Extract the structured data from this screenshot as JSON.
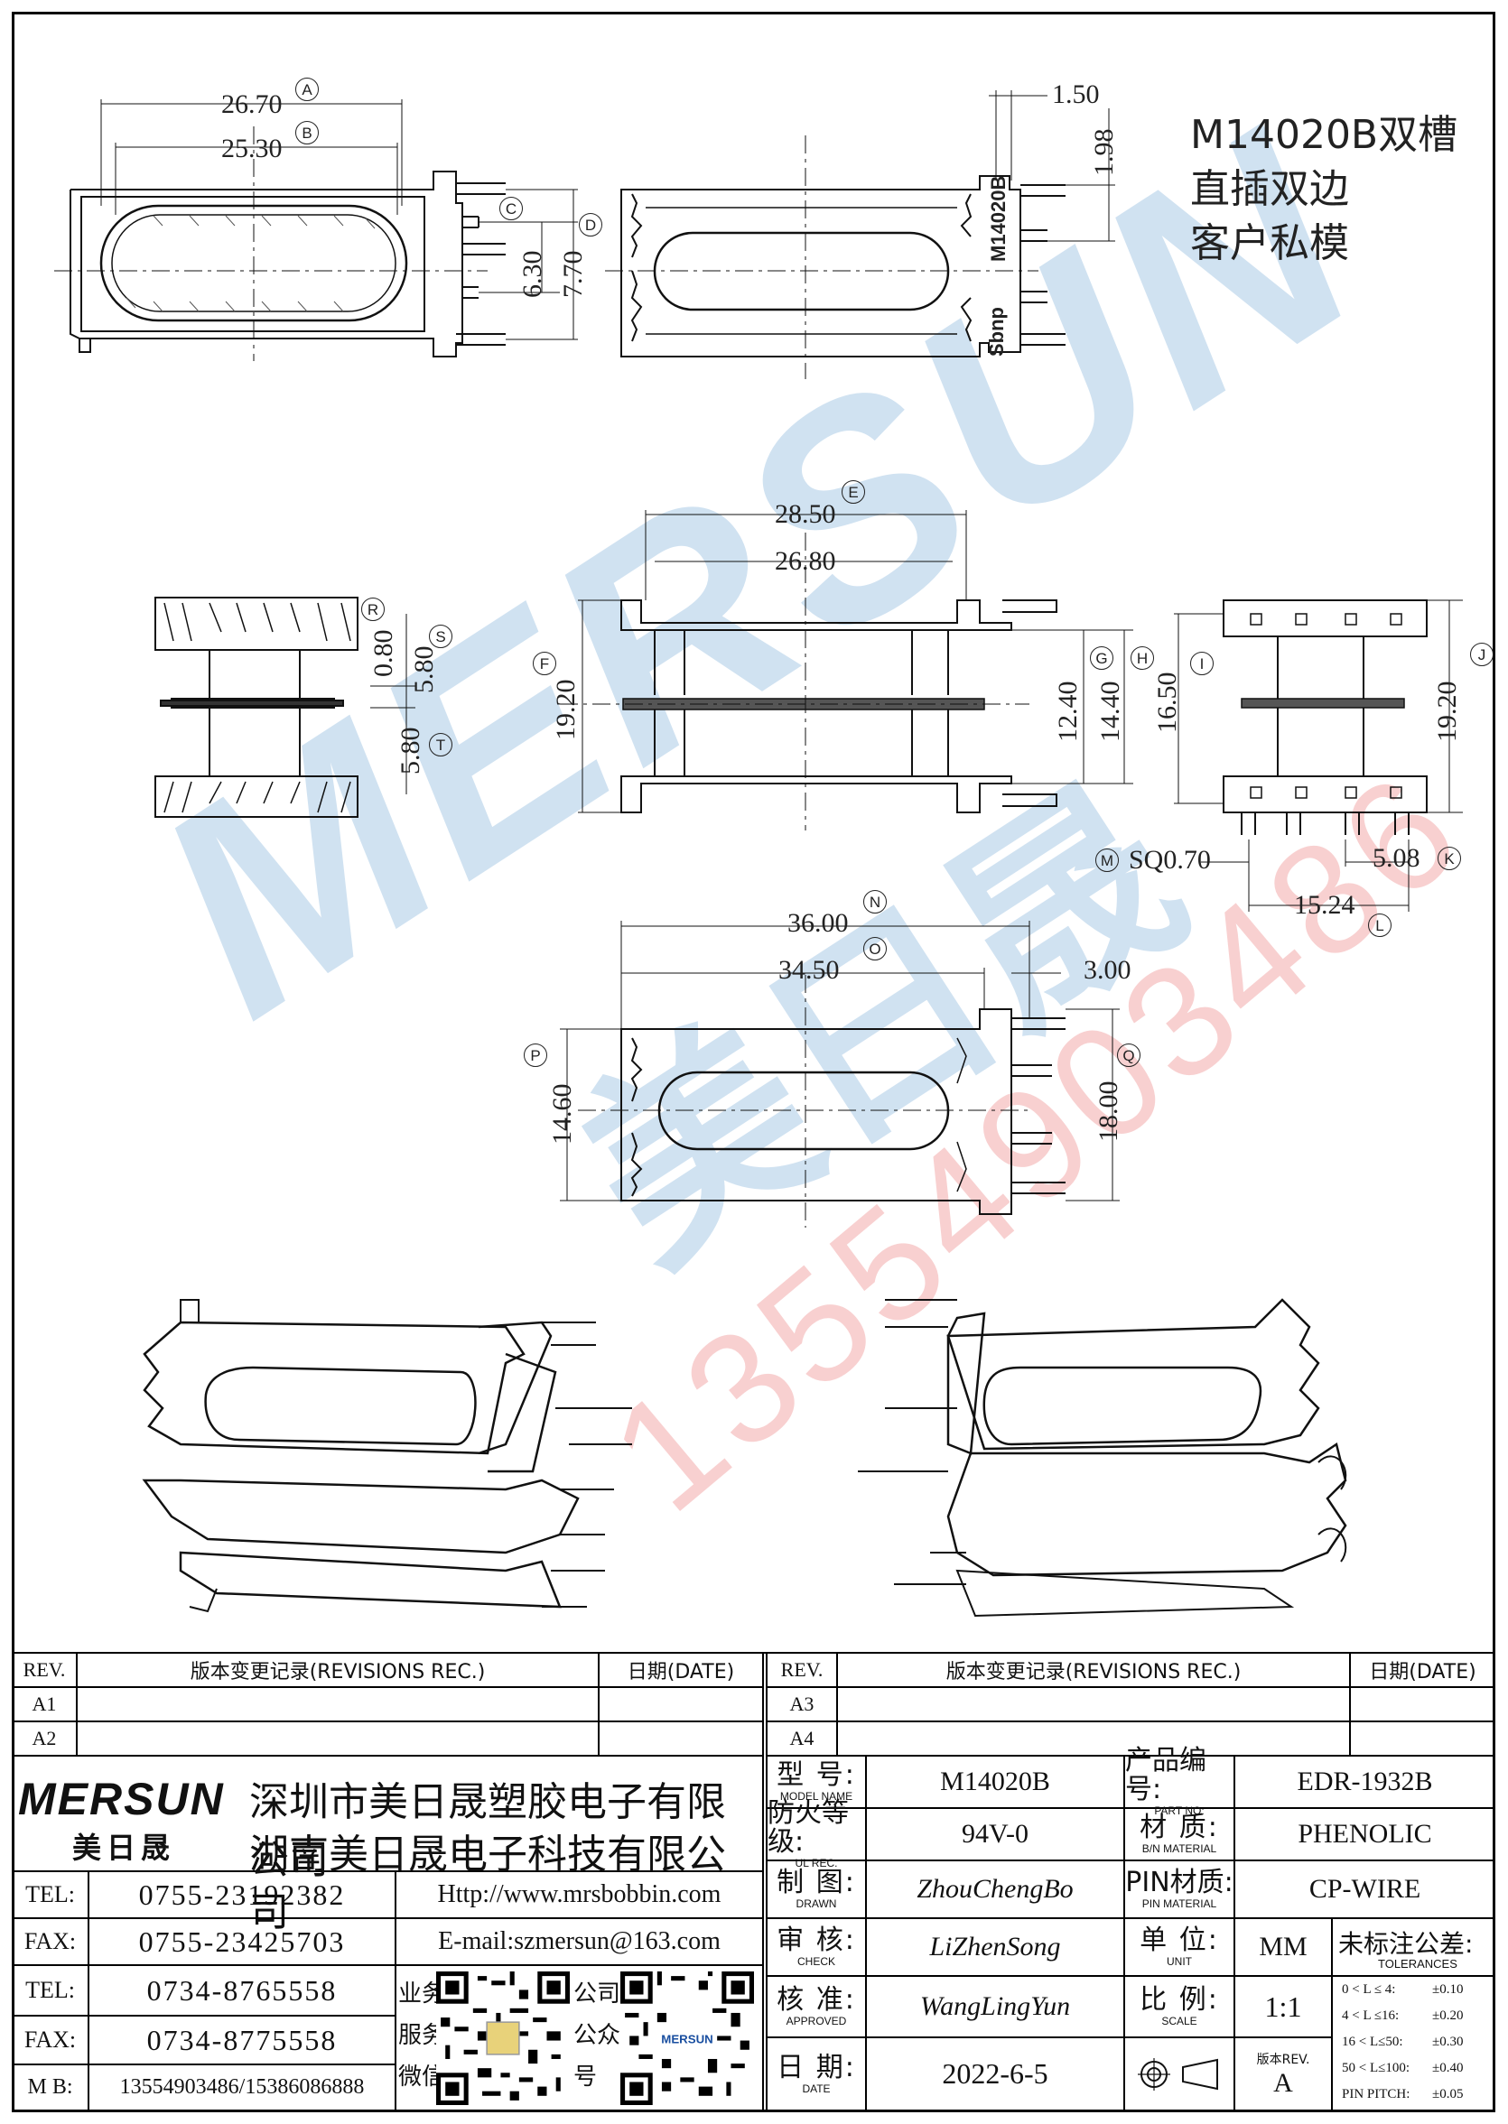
{
  "drawing": {
    "note_lines": [
      "M14020B双槽",
      "直插双边",
      "客户私模"
    ],
    "watermark_brand": "MERSUN",
    "watermark_brand_cn": "美日晟",
    "watermark_phone": "13554903486",
    "logo_mark": "Sbnp",
    "part_marking": "M14020B",
    "dims": {
      "a": "26.70",
      "b": "25.30",
      "c": "6.30",
      "d": "7.70",
      "e1": "1.50",
      "e2": "1.98",
      "f_top": "28.50",
      "f_inner": "26.80",
      "f_h": "19.20",
      "g": "12.40",
      "h": "14.40",
      "r": "0.80",
      "s": "5.80",
      "t": "5.80",
      "i": "16.50",
      "j": "19.20",
      "k": "5.08",
      "l": "15.24",
      "m": "SQ0.70",
      "n": "36.00",
      "o": "34.50",
      "o2": "3.00",
      "p": "14.60",
      "q": "18.00"
    },
    "circled": [
      "A",
      "B",
      "C",
      "D",
      "E",
      "F",
      "G",
      "H",
      "I",
      "J",
      "K",
      "L",
      "M",
      "N",
      "O",
      "P",
      "Q",
      "R",
      "S",
      "T"
    ]
  },
  "title_block": {
    "rev_header": "REV.",
    "rev_rec_header": "版本变更记录(REVISIONS REC.)",
    "date_header": "日期(DATE)",
    "rev_left": [
      "A1",
      "A2"
    ],
    "rev_right": [
      "A3",
      "A4"
    ],
    "company_logo": "MERSUN",
    "company_logo_cn": "美日晟",
    "company_1": "深圳市美日晟塑胶电子有限公司",
    "company_2": "湖南美日晟电子科技有限公司",
    "contacts": [
      {
        "label": "TEL:",
        "value": "0755-23192382"
      },
      {
        "label": "FAX:",
        "value": "0755-23425703"
      },
      {
        "label": "TEL:",
        "value": "0734-8765558"
      },
      {
        "label": "FAX:",
        "value": "0734-8775558"
      },
      {
        "label": "M B:",
        "value": "13554903486/15386086888"
      }
    ],
    "website": "Http://www.mrsbobbin.com",
    "email": "E-mail:szmersun@163.com",
    "qr_label_1": [
      "业务",
      "服务",
      "微信"
    ],
    "qr_label_2": [
      "公司",
      "公众",
      "号"
    ],
    "fields": [
      {
        "cn": "型  号:",
        "en": "MODEL NAME",
        "value": "M14020B",
        "italic": false
      },
      {
        "cn": "防火等级:",
        "en": "UL REC.",
        "value": "94V-0",
        "italic": false
      },
      {
        "cn": "制  图:",
        "en": "DRAWN",
        "value": "ZhouChengBo",
        "italic": true
      },
      {
        "cn": "审  核:",
        "en": "CHECK",
        "value": "LiZhenSong",
        "italic": true
      },
      {
        "cn": "核  准:",
        "en": "APPROVED",
        "value": "WangLingYun",
        "italic": true
      },
      {
        "cn": "日  期:",
        "en": "DATE",
        "value": "2022-6-5",
        "italic": false
      }
    ],
    "fields_right": [
      {
        "cn": "产品编号:",
        "en": "PART NO:",
        "value": "EDR-1932B"
      },
      {
        "cn": "材  质:",
        "en": "B/N MATERIAL",
        "value": "PHENOLIC"
      },
      {
        "cn": "PIN材质:",
        "en": "PIN MATERIAL",
        "value": "CP-WIRE"
      }
    ],
    "unit": {
      "cn": "单  位:",
      "en": "UNIT",
      "value": "MM"
    },
    "scale": {
      "cn": "比  例:",
      "en": "SCALE",
      "value": "1:1"
    },
    "version": {
      "cn": "版本REV.",
      "value": "A"
    },
    "tolerance": {
      "cn": "未标注公差:",
      "en": "TOLERANCES",
      "rows": [
        {
          "range": "0 < L ≤  4:",
          "tol": "±0.10"
        },
        {
          "range": "4 < L ≤16:",
          "tol": "±0.20"
        },
        {
          "range": "16 < L≤50:",
          "tol": "±0.30"
        },
        {
          "range": "50 < L≤100:",
          "tol": "±0.40"
        },
        {
          "range": "PIN PITCH:",
          "tol": "±0.05"
        }
      ]
    }
  }
}
